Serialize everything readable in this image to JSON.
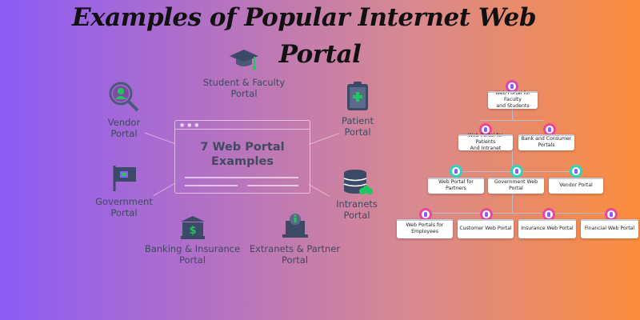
{
  "title": {
    "line1": "Examples of Popular Internet Web",
    "line2": "Portal"
  },
  "radial": {
    "center_label_1": "7 Web Portal",
    "center_label_2": "Examples",
    "nodes": {
      "student": {
        "l1": "Student & Faculty",
        "l2": "Portal",
        "icon": "graduation-cap-icon"
      },
      "vendor": {
        "l1": "Vendor",
        "l2": "Portal",
        "icon": "vendor-search-icon"
      },
      "patient": {
        "l1": "Patient",
        "l2": "Portal",
        "icon": "clipboard-medical-icon"
      },
      "government": {
        "l1": "Government",
        "l2": "Portal",
        "icon": "government-flag-icon"
      },
      "intranets": {
        "l1": "Intranets",
        "l2": "Portal",
        "icon": "database-cloud-icon"
      },
      "banking": {
        "l1": "Banking & Insurance",
        "l2": "Portal",
        "icon": "bank-icon"
      },
      "extranets": {
        "l1": "Extranets & Partner",
        "l2": "Portal",
        "icon": "laptop-info-icon"
      }
    }
  },
  "tree": {
    "root": {
      "l1": "Web Portal for Faculty",
      "l2": "and Students"
    },
    "level2": [
      {
        "l1": "Web Portal for Patients",
        "l2": "And Intranet"
      },
      {
        "l1": "Bank and Consumer",
        "l2": "Portals"
      }
    ],
    "level3": [
      "Web Portal for Partners",
      "Government Web Portal",
      "Vendor Portal"
    ],
    "level4": [
      {
        "l1": "Web Portals for",
        "l2": "Employees"
      },
      {
        "l1": "Customer Web Portal",
        "l2": ""
      },
      {
        "l1": "Insurance Web Portal",
        "l2": ""
      },
      {
        "l1": "Financial Web Portal",
        "l2": ""
      }
    ]
  },
  "colors": {
    "bg_left": "#8b5cf6",
    "bg_right": "#fb8c3c",
    "text": "#3e4a5e"
  }
}
